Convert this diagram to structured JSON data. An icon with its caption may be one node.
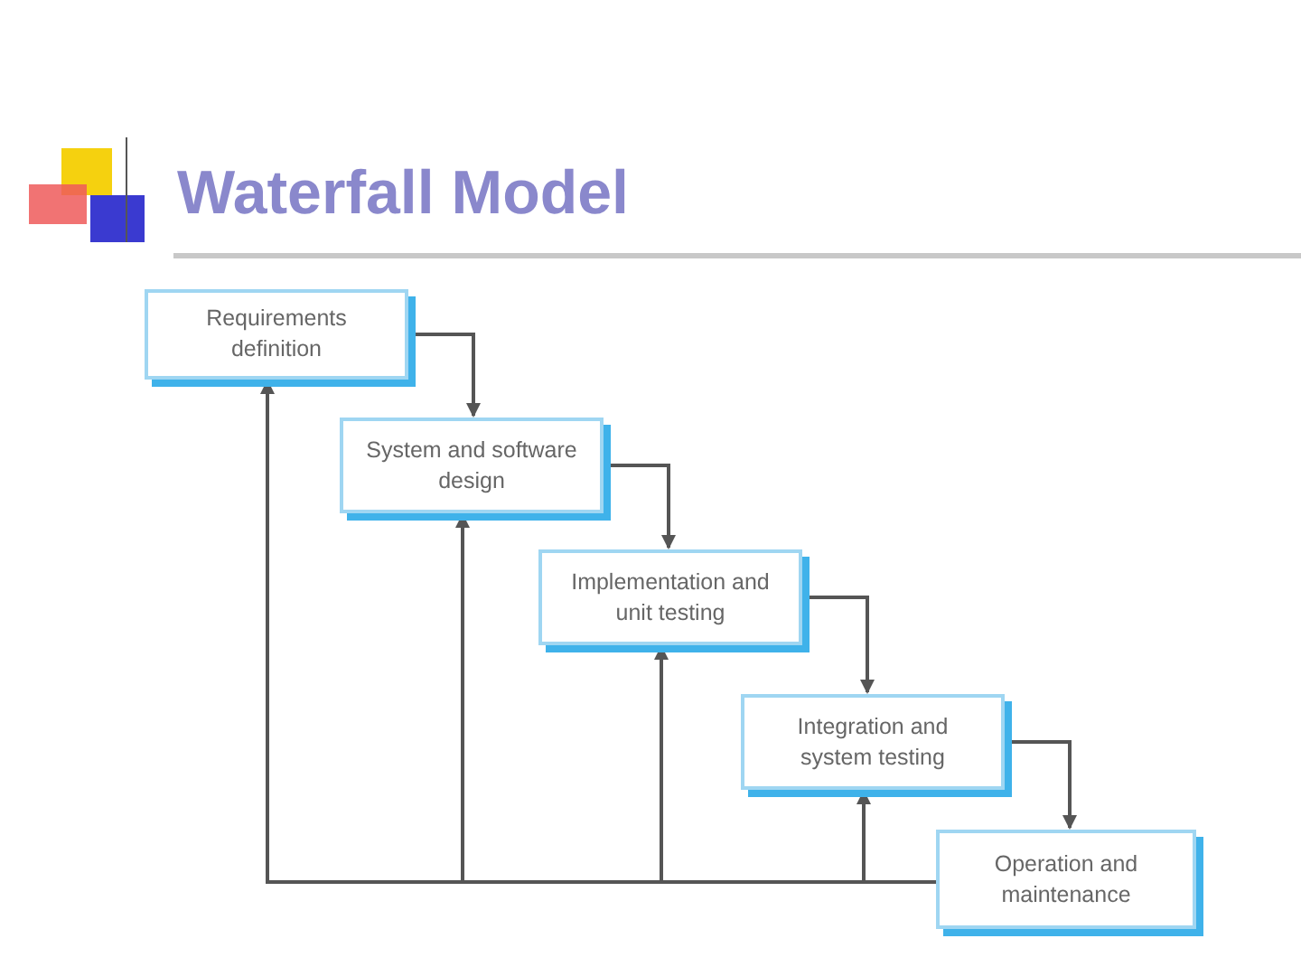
{
  "diagram": {
    "title": "Waterfall Model",
    "nodes": [
      {
        "text": [
          "Requirements definition"
        ]
      },
      {
        "text": [
          "System and software design"
        ]
      },
      {
        "text": [
          "Implementation and unit testing"
        ]
      },
      {
        "text": [
          "Integration and system testing"
        ]
      },
      {
        "text": [
          "Operation and maintenance"
        ]
      }
    ],
    "edges": [
      {
        "from": 0,
        "to": 1,
        "arrow": "to"
      },
      {
        "from": 1,
        "to": 2,
        "arrow": "to"
      },
      {
        "from": 2,
        "to": 3,
        "arrow": "to"
      },
      {
        "from": 3,
        "to": 4,
        "arrow": "to"
      },
      {
        "from": 4,
        "to": 0,
        "arrow": "to"
      },
      {
        "from": 4,
        "to": 1,
        "arrow": "to"
      },
      {
        "from": 4,
        "to": 2,
        "arrow": "to"
      },
      {
        "from": 4,
        "to": 3,
        "arrow": "to"
      }
    ]
  }
}
